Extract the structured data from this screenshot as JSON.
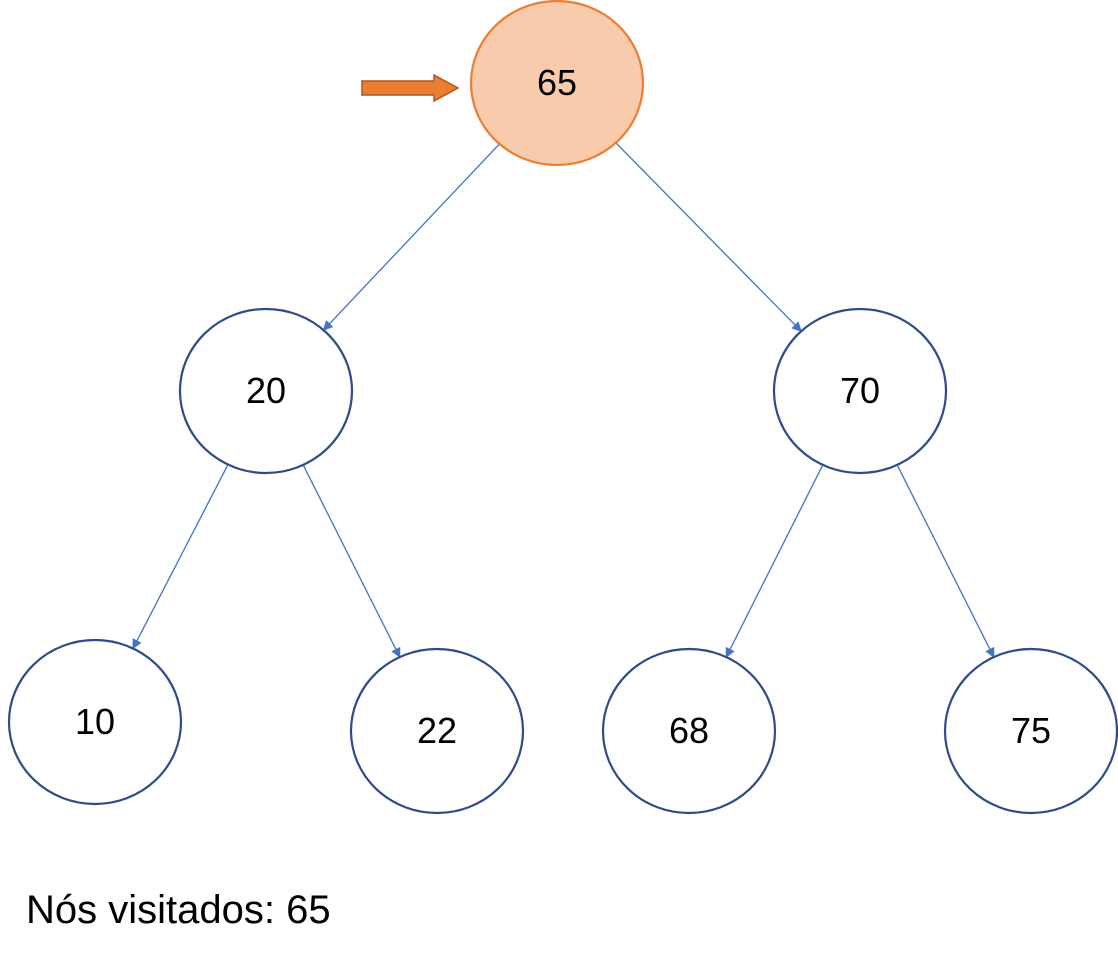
{
  "colors": {
    "node_stroke": "#2F4B8A",
    "edge_stroke": "#4472C4",
    "highlight_fill": "#F8CBAD",
    "highlight_stroke": "#ED7D31",
    "pointer_fill": "#ED7D31",
    "pointer_stroke": "#AE5A21"
  },
  "tree": {
    "nodes": [
      {
        "id": "n65",
        "label": "65",
        "highlighted": true
      },
      {
        "id": "n20",
        "label": "20",
        "highlighted": false
      },
      {
        "id": "n70",
        "label": "70",
        "highlighted": false
      },
      {
        "id": "n10",
        "label": "10",
        "highlighted": false
      },
      {
        "id": "n22",
        "label": "22",
        "highlighted": false
      },
      {
        "id": "n68",
        "label": "68",
        "highlighted": false
      },
      {
        "id": "n75",
        "label": "75",
        "highlighted": false
      }
    ],
    "edges": [
      {
        "from": "n65",
        "to": "n20"
      },
      {
        "from": "n65",
        "to": "n70"
      },
      {
        "from": "n20",
        "to": "n10"
      },
      {
        "from": "n20",
        "to": "n22"
      },
      {
        "from": "n70",
        "to": "n68"
      },
      {
        "from": "n70",
        "to": "n75"
      }
    ],
    "pointer_target": "n65"
  },
  "visited": {
    "label": "Nós visitados: 65"
  }
}
